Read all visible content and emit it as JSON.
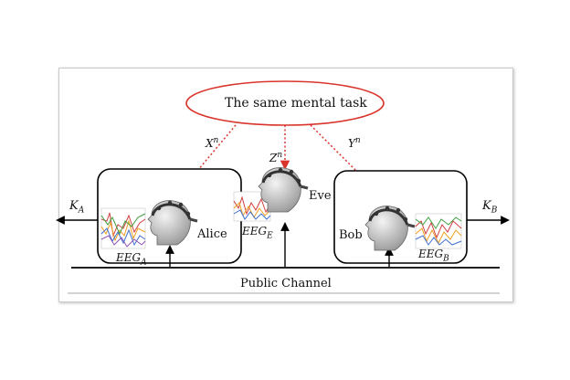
{
  "task": {
    "label": "The same mental task"
  },
  "signals": {
    "x": "X",
    "z": "Z",
    "y": "Y",
    "power": "n"
  },
  "parties": {
    "alice": {
      "name": "Alice",
      "eeg": "EEG",
      "eeg_sub": "A",
      "key": "K",
      "key_sub": "A"
    },
    "eve": {
      "name": "Eve",
      "eeg": "EEG",
      "eeg_sub": "E"
    },
    "bob": {
      "name": "Bob",
      "eeg": "EEG",
      "eeg_sub": "B",
      "key": "K",
      "key_sub": "B"
    }
  },
  "channel": {
    "label": "Public Channel"
  },
  "colors": {
    "ellipse": "#d9342b",
    "arrow": "#d9342b",
    "line": "#000000"
  },
  "icons": {
    "head": "head-with-eeg-cap-icon",
    "signal": "eeg-signal-plot-icon"
  }
}
